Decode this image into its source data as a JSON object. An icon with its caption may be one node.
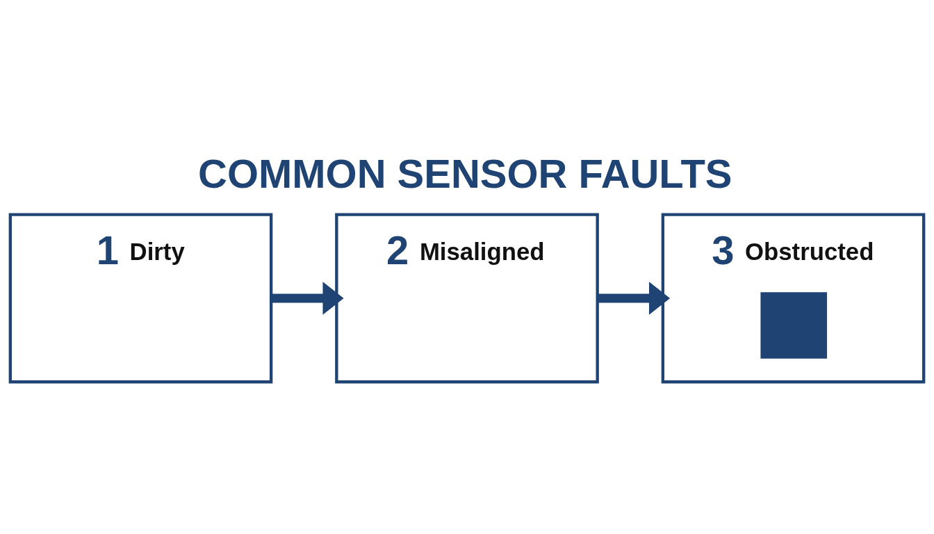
{
  "diagram": {
    "title": "COMMON SENSOR FAULTS",
    "nodes": [
      {
        "text": [
          "1",
          "Dirty"
        ]
      },
      {
        "text": [
          "2",
          "Misaligned"
        ]
      },
      {
        "text": [
          "3",
          "Obstructed"
        ]
      }
    ],
    "edges": [
      {
        "from": 0,
        "to": 1,
        "arrow": "to"
      },
      {
        "from": 1,
        "to": 2,
        "arrow": "to"
      }
    ]
  }
}
